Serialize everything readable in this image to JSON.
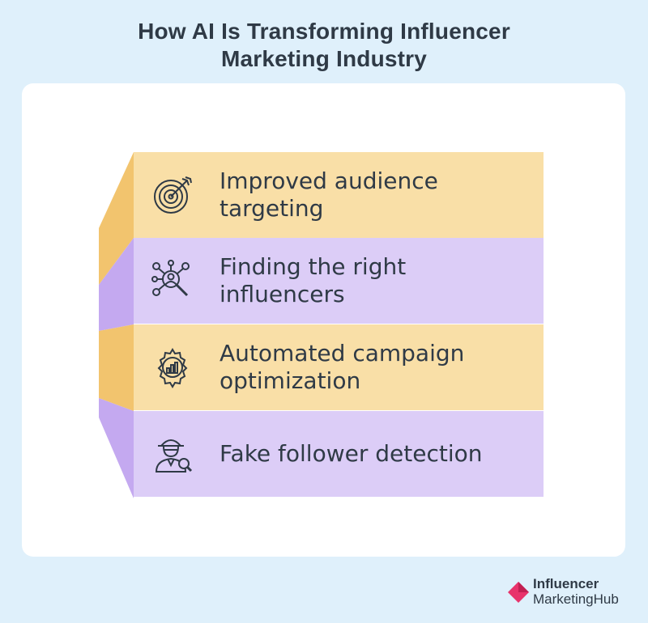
{
  "title": {
    "line1": "How AI Is Transforming Influencer",
    "line2": "Marketing Industry"
  },
  "items": [
    {
      "label": "Improved audience targeting",
      "icon": "target-icon",
      "color": "#f9dfa7"
    },
    {
      "label": "Finding the right influencers",
      "icon": "influencer-search-icon",
      "color": "#dccdf7"
    },
    {
      "label": "Automated campaign optimization",
      "icon": "campaign-gear-icon",
      "color": "#f9dfa7"
    },
    {
      "label": "Fake follower detection",
      "icon": "detective-icon",
      "color": "#dccdf7"
    }
  ],
  "side_colors": {
    "yellow": "#f2c46e",
    "purple": "#c4a9f0"
  },
  "logo": {
    "line1": "Influencer",
    "line2": "MarketingHub",
    "brand_color": "#e8336b"
  }
}
